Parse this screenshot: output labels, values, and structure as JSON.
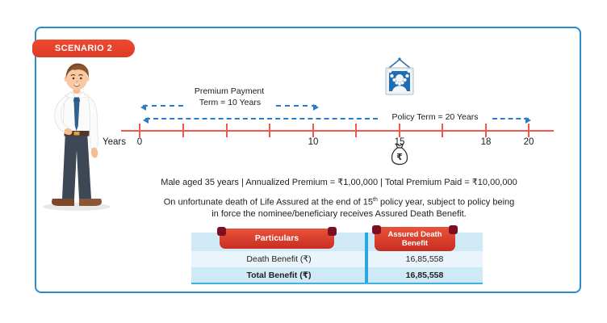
{
  "badge": {
    "label": "SCENARIO 2"
  },
  "timeline": {
    "axis_label": "Years",
    "labels": [
      "0",
      "10",
      "15",
      "18",
      "20"
    ],
    "death_event_year": 15
  },
  "arrows": {
    "premium": {
      "line1": "Premium Payment",
      "line2": "Term = 10 Years"
    },
    "policy": {
      "label": "Policy Term = 20 Years"
    }
  },
  "icons": {
    "money_bag_symbol": "₹",
    "memorial_photo": "garlanded-portrait-frame",
    "money_bag": "money-bag-rupee",
    "person": "standing-man-illustration"
  },
  "summary": {
    "text": "Male aged 35 years | Annualized Premium =  ₹1,00,000 | Total Premium Paid = ₹10,00,000"
  },
  "note": {
    "prefix": "On unfortunate death of Life Assured at the end of 15",
    "sup": "th",
    "suffix": " policy year, subject to policy being",
    "line2": "in force the nominee/beneficiary receives Assured Death Benefit."
  },
  "table": {
    "headers": [
      "Particulars",
      "Assured Death Benefit"
    ],
    "rows": [
      {
        "label": "Death Benefit (₹)",
        "value": "16,85,558"
      },
      {
        "label": "Total Benefit (₹)",
        "value": "16,85,558"
      }
    ]
  },
  "colors": {
    "frame_border": "#2a8cce",
    "badge_red": "#e8432c",
    "timeline_red": "#f2594a",
    "arrow_blue": "#2a7cc9",
    "ribbon_red": "#d63a2a",
    "ribbon_fold": "#7c1022",
    "table_row_light": "#e9f5fb",
    "table_row_blue": "#cfe9f6",
    "divider_blue": "#29a8e0"
  }
}
